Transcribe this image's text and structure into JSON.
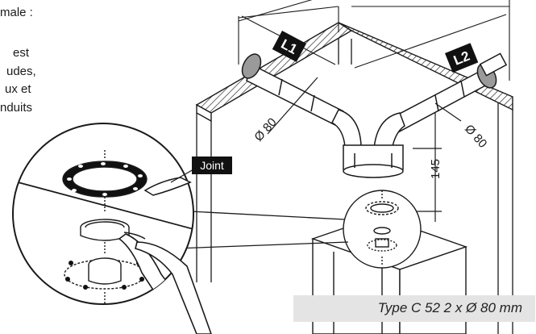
{
  "text_fragments": [
    "male :",
    "est",
    "udes,",
    "ux et",
    "nduits"
  ],
  "labels": {
    "joint": "Joint",
    "l1": "L1",
    "l2": "L2",
    "diam_left": "Ø 80",
    "diam_right": "Ø 80",
    "height": "145"
  },
  "caption": "Type C 52 2 x Ø 80 mm",
  "colors": {
    "line": "#1a1a1a",
    "hatch": "#1a1a1a",
    "label_bg": "#111111",
    "caption_bg": "#e4e4e4",
    "pipe_end_shade": "#9a9a9a"
  }
}
